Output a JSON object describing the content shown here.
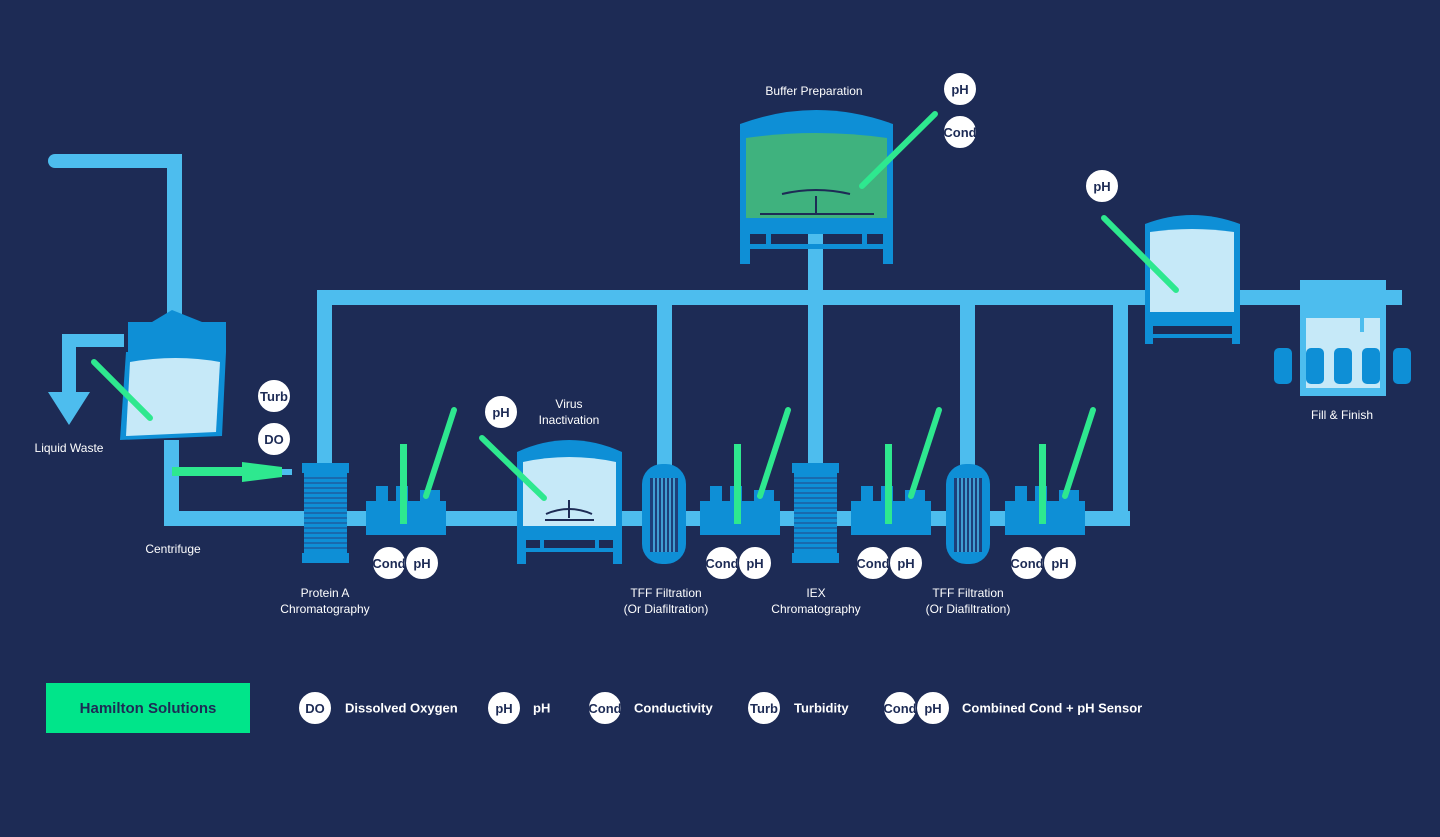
{
  "colors": {
    "background": "#1d2b55",
    "pipe": "#4dbdee",
    "equipment": "#0e8fd6",
    "liquid": "#c6e9f8",
    "buffer_liquid": "#3fb27e",
    "sensor": "#2ee88f",
    "accent": "#00e58a"
  },
  "stations": {
    "liquid_waste": "Liquid Waste",
    "centrifuge": "Centrifuge",
    "protein_a": [
      "Protein A",
      "Chromatography"
    ],
    "virus": [
      "Virus",
      "Inactivation"
    ],
    "tff1": [
      "TFF Filtration",
      "(Or Diafiltration)"
    ],
    "iex": [
      "IEX",
      "Chromatography"
    ],
    "tff2": [
      "TFF Filtration",
      "(Or Diafiltration)"
    ],
    "buffer": "Buffer Preparation",
    "fill_finish": "Fill & Finish"
  },
  "badges": {
    "turb": "Turb",
    "do": "DO",
    "ph": "pH",
    "cond": "Cond"
  },
  "legend": {
    "title": "Hamilton Solutions",
    "items": [
      {
        "badges": [
          "DO"
        ],
        "label": "Dissolved Oxygen"
      },
      {
        "badges": [
          "pH"
        ],
        "label": "pH"
      },
      {
        "badges": [
          "Cond"
        ],
        "label": "Conductivity"
      },
      {
        "badges": [
          "Turb"
        ],
        "label": "Turbidity"
      },
      {
        "badges": [
          "Cond",
          "pH"
        ],
        "label": "Combined Cond + pH Sensor"
      }
    ]
  }
}
